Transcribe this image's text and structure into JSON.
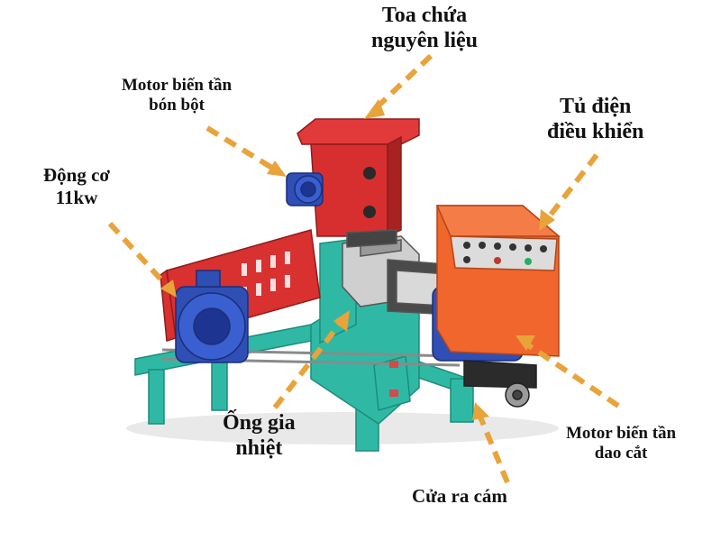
{
  "labels": {
    "hopper": {
      "line1": "Toa chứa",
      "line2": "nguyên liệu"
    },
    "feed_motor": {
      "line1": "Motor biến tần",
      "line2": "bón bột"
    },
    "control_cabinet": {
      "line1": "Tủ điện",
      "line2": "điều khiển"
    },
    "main_motor": {
      "line1": "Động cơ",
      "line2": "11kw"
    },
    "heating_tube": {
      "line1": "Ống gia",
      "line2": "nhiệt"
    },
    "cutter_motor": {
      "line1": "Motor biến tần",
      "line2": "dao cắt"
    },
    "outlet": {
      "line1": "Cửa ra cám"
    }
  },
  "colors": {
    "arrow": "#E8A33A",
    "frame": "#2FB9A4",
    "hopper": "#D72F2F",
    "cabinet": "#F0662D",
    "motor": "#2F4FB5"
  }
}
